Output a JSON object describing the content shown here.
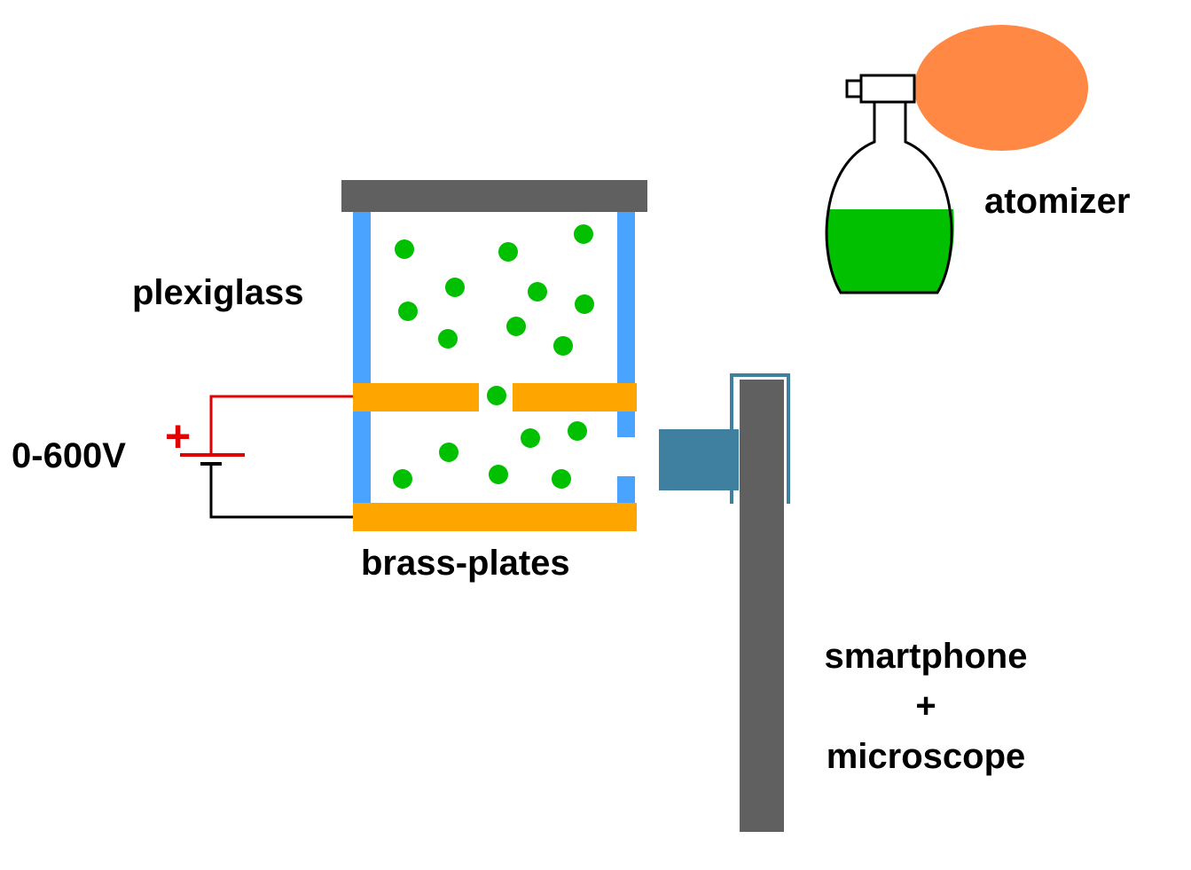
{
  "labels": {
    "plexiglass": "plexiglass",
    "voltage": "0-600V",
    "plus_sign": "+",
    "brass_plates": "brass-plates",
    "atomizer": "atomizer",
    "camera_line1": "smartphone",
    "camera_line2": "+",
    "camera_line3": "microscope"
  },
  "colors": {
    "plexiglass": "#4aa3ff",
    "brass": "#ffa500",
    "lid": "#606060",
    "droplet": "#00c000",
    "wire_positive": "#e00000",
    "wire_negative": "#000000",
    "atomizer_bulb": "#ff8844",
    "atomizer_liquid": "#00c000",
    "lens": "#3f7f9f",
    "phone": "#606060",
    "holder_outline": "#3f7f9f"
  },
  "icons": {
    "battery": "battery-symbol-icon",
    "atomizer": "atomizer-bottle-icon",
    "camera": "smartphone-microscope-icon"
  }
}
